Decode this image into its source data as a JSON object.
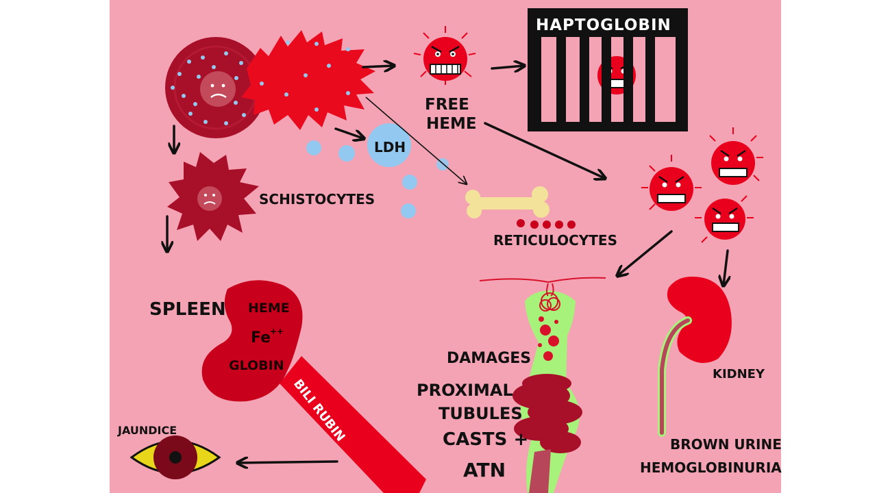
{
  "labels": {
    "haptoglobin": "HAPTOGLOBIN",
    "free_heme_1": "FREE",
    "free_heme_2": "HEME",
    "ldh": "LDH",
    "schistocytes": "SCHISTOCYTES",
    "reticulocytes": "RETICULOCYTES",
    "spleen": "SPLEEN",
    "spleen_heme": "HEME",
    "spleen_fe": "Fe",
    "spleen_fe_sup": "++",
    "spleen_globin": "GLOBIN",
    "bilirubin": "BILI RUBIN",
    "jaundice": "JAUNDICE",
    "damages": "DAMAGES",
    "proximal": "PROXIMAL",
    "tubules": "TUBULES",
    "casts": "CASTS +",
    "atn": "ATN",
    "kidney": "KIDNEY",
    "brown_urine": "BROWN URINE",
    "hemoglobinuria": "HEMOGLOBINURIA"
  },
  "colors": {
    "background": "#f4a3b4",
    "margin": "#ffffff",
    "rbc": "#a8102a",
    "blood_red": "#e8001c",
    "dark_red": "#b30018",
    "spot_blue": "#93c9f0",
    "bone": "#f2e29a",
    "tubule_green": "#a6f27a",
    "eye_yellow": "#e8d61a",
    "ink": "#111111"
  }
}
